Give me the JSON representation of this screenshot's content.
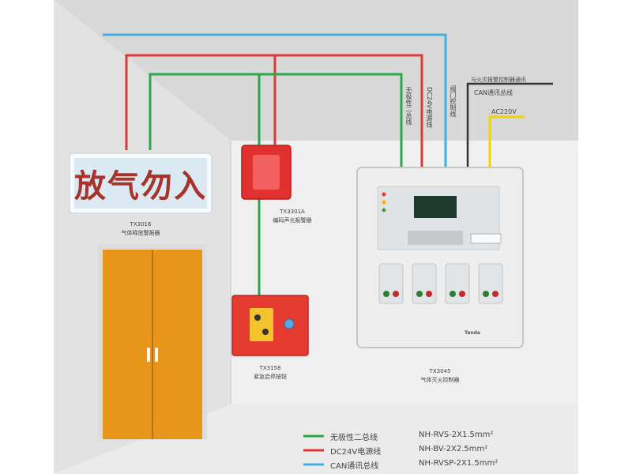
{
  "sign": {
    "text": "放气勿入"
  },
  "devices": {
    "sign_model": "TX3016",
    "sign_name": "气体释放警报器",
    "strobe_model": "TX3301A",
    "strobe_name": "编码声光报警器",
    "button_model": "TX3158",
    "button_name": "紧急启停按钮",
    "panel_model": "TX3045",
    "panel_name": "气体灭火控制器",
    "panel_brand": "Tanda"
  },
  "wire_labels": {
    "green_vertical": "无极性二总线",
    "red_vertical": "DC24V电源线",
    "blue_vertical": "阀门控制线",
    "fire_link": "与火灾报警控制器通讯",
    "can_bus": "CAN通讯总线",
    "ac_power": "AC220V"
  },
  "legend": [
    {
      "name": "无极性二总线",
      "spec": "NH-RVS-2X1.5mm²",
      "color": "#2aa84a"
    },
    {
      "name": "DC24V电源线",
      "spec": "NH-BV-2X2.5mm²",
      "color": "#d93a3a"
    },
    {
      "name": "CAN通讯总线",
      "spec": "NH-RVSP-2X1.5mm²",
      "color": "#3fb0e0"
    }
  ],
  "colors": {
    "green": "#2aa84a",
    "red": "#d93a3a",
    "blue": "#3fb0e0",
    "black": "#333333",
    "yellow": "#f2d600",
    "door": "#e8951c"
  }
}
